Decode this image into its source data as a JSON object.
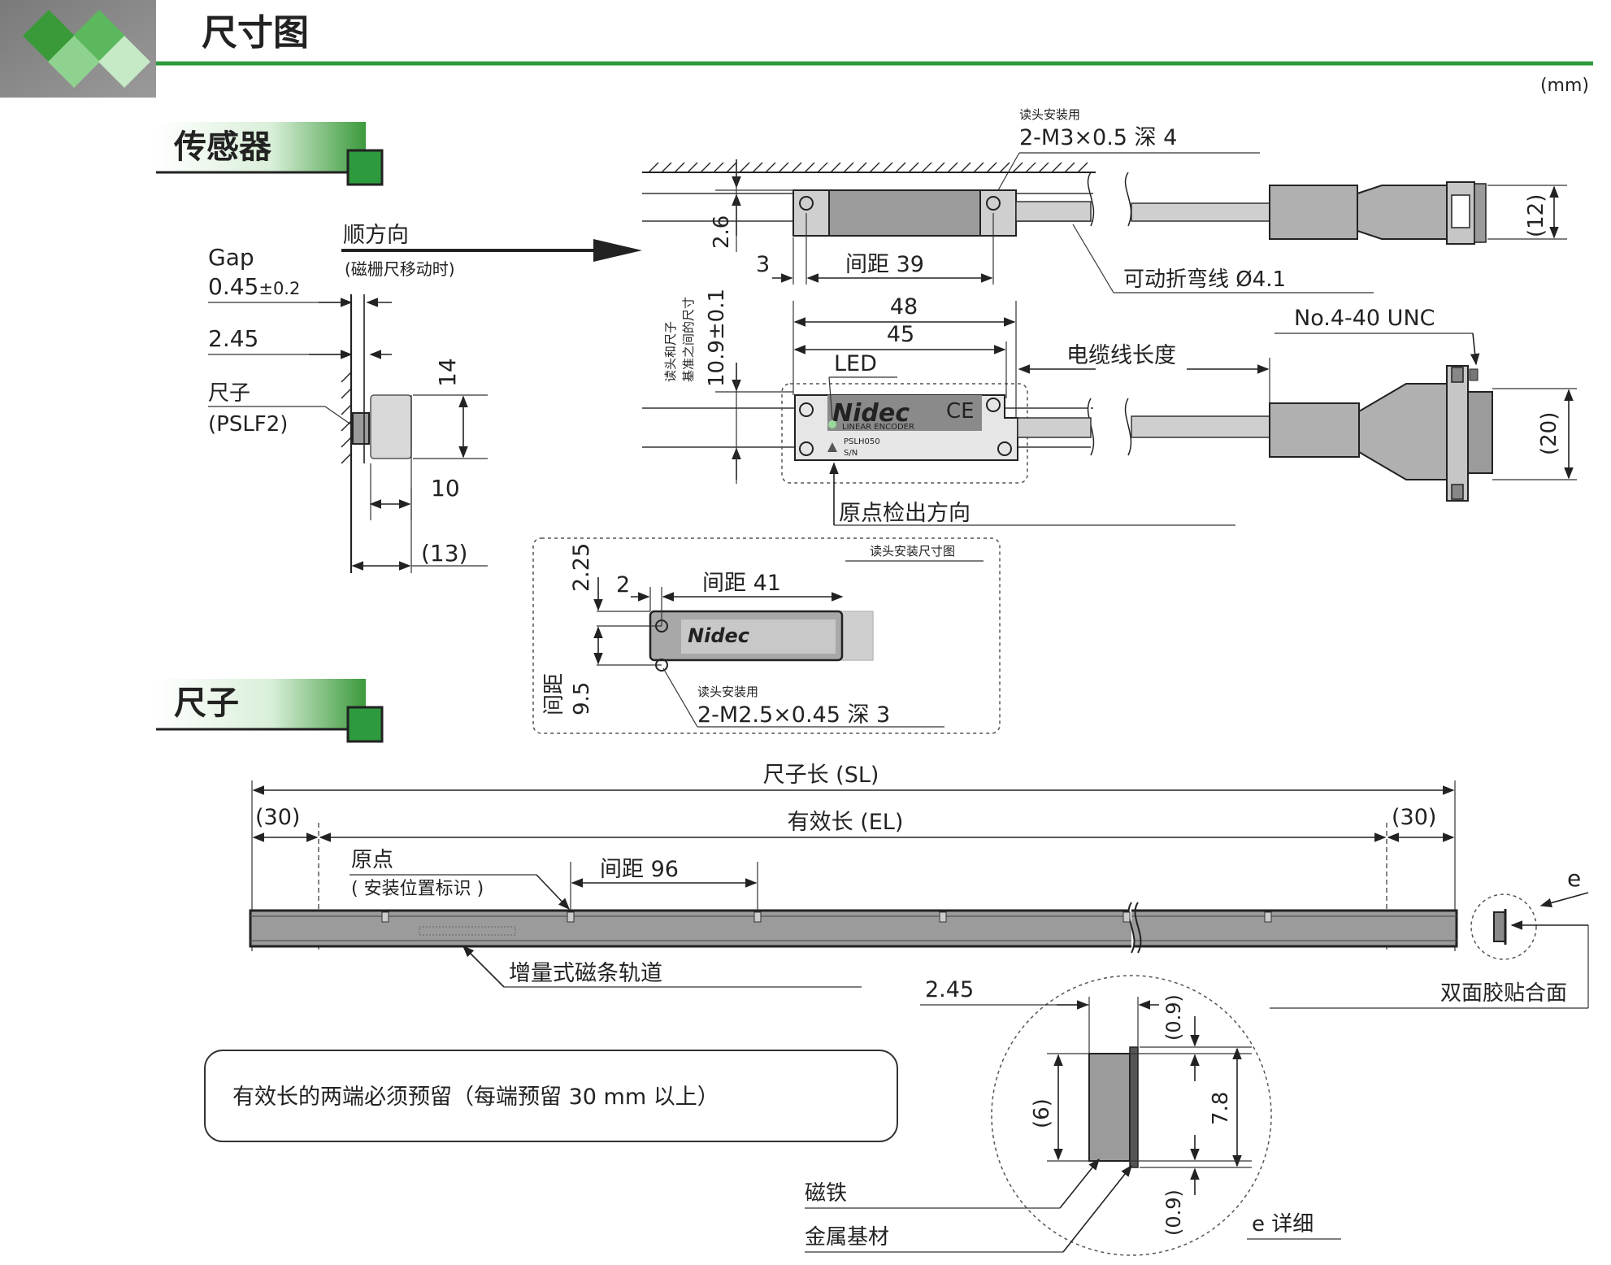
{
  "page": {
    "title": "尺寸图",
    "unit": "(mm)"
  },
  "sections": {
    "sensor": "传感器",
    "scale": "尺子"
  },
  "sensor_side": {
    "direction_label": "顺方向",
    "direction_sub": "(磁栅尺移动时)",
    "gap_label": "Gap",
    "gap_value": "0.45",
    "gap_tol": "±0.2",
    "dim_245": "2.45",
    "ruler_label": "尺子",
    "ruler_model": "(PSLF2)",
    "dim_14": "14",
    "dim_10": "10",
    "dim_13": "(13)"
  },
  "sensor_top": {
    "mount_note": "读头安装用",
    "mount_thread": "2-M3×0.5 深 4",
    "dim_26": "2.6",
    "dim_3": "3",
    "pitch": "间距 39",
    "cable_note": "可动折弯线 Ø4.1",
    "dim_12": "(12)"
  },
  "sensor_front": {
    "ref_note_a": "读头和尺子",
    "ref_note_b": "基准之间的尺寸",
    "dim_109": "10.9±0.1",
    "dim_48": "48",
    "dim_45": "45",
    "led": "LED",
    "cable_length": "电缆线长度",
    "unc": "No.4-40 UNC",
    "dim_20": "(20)",
    "origin_dir": "原点检出方向",
    "brand": "Nidec",
    "brand_sub": "LINEAR ENCODER",
    "model_line": "PSLH050",
    "sn_line": "S/N"
  },
  "mount_detail": {
    "title": "读头安装尺寸图",
    "dim_225": "2.25",
    "dim_2": "2",
    "pitch": "间距 41",
    "pitch_v_label": "间距",
    "pitch_v": "9.5",
    "thread_note": "读头安装用",
    "thread": "2-M2.5×0.45 深 3"
  },
  "scale_drawing": {
    "sl": "尺子长 (SL)",
    "el": "有效长 (EL)",
    "end30_left": "(30)",
    "end30_right": "(30)",
    "origin": "原点",
    "origin_sub": "( 安装位置标识 )",
    "pitch96": "间距 96",
    "track": "增量式磁条轨道",
    "e_label": "e",
    "adhesive": "双面胶贴合面",
    "note": "有效长的两端必须预留（每端预留 30 mm 以上）"
  },
  "e_detail": {
    "dim_245": "2.45",
    "dim_09_top": "(0.9)",
    "dim_6": "(6)",
    "dim_78": "7.8",
    "dim_09_bot": "(0.9)",
    "magnet": "磁铁",
    "metal": "金属基材",
    "caption": "e 详细"
  }
}
